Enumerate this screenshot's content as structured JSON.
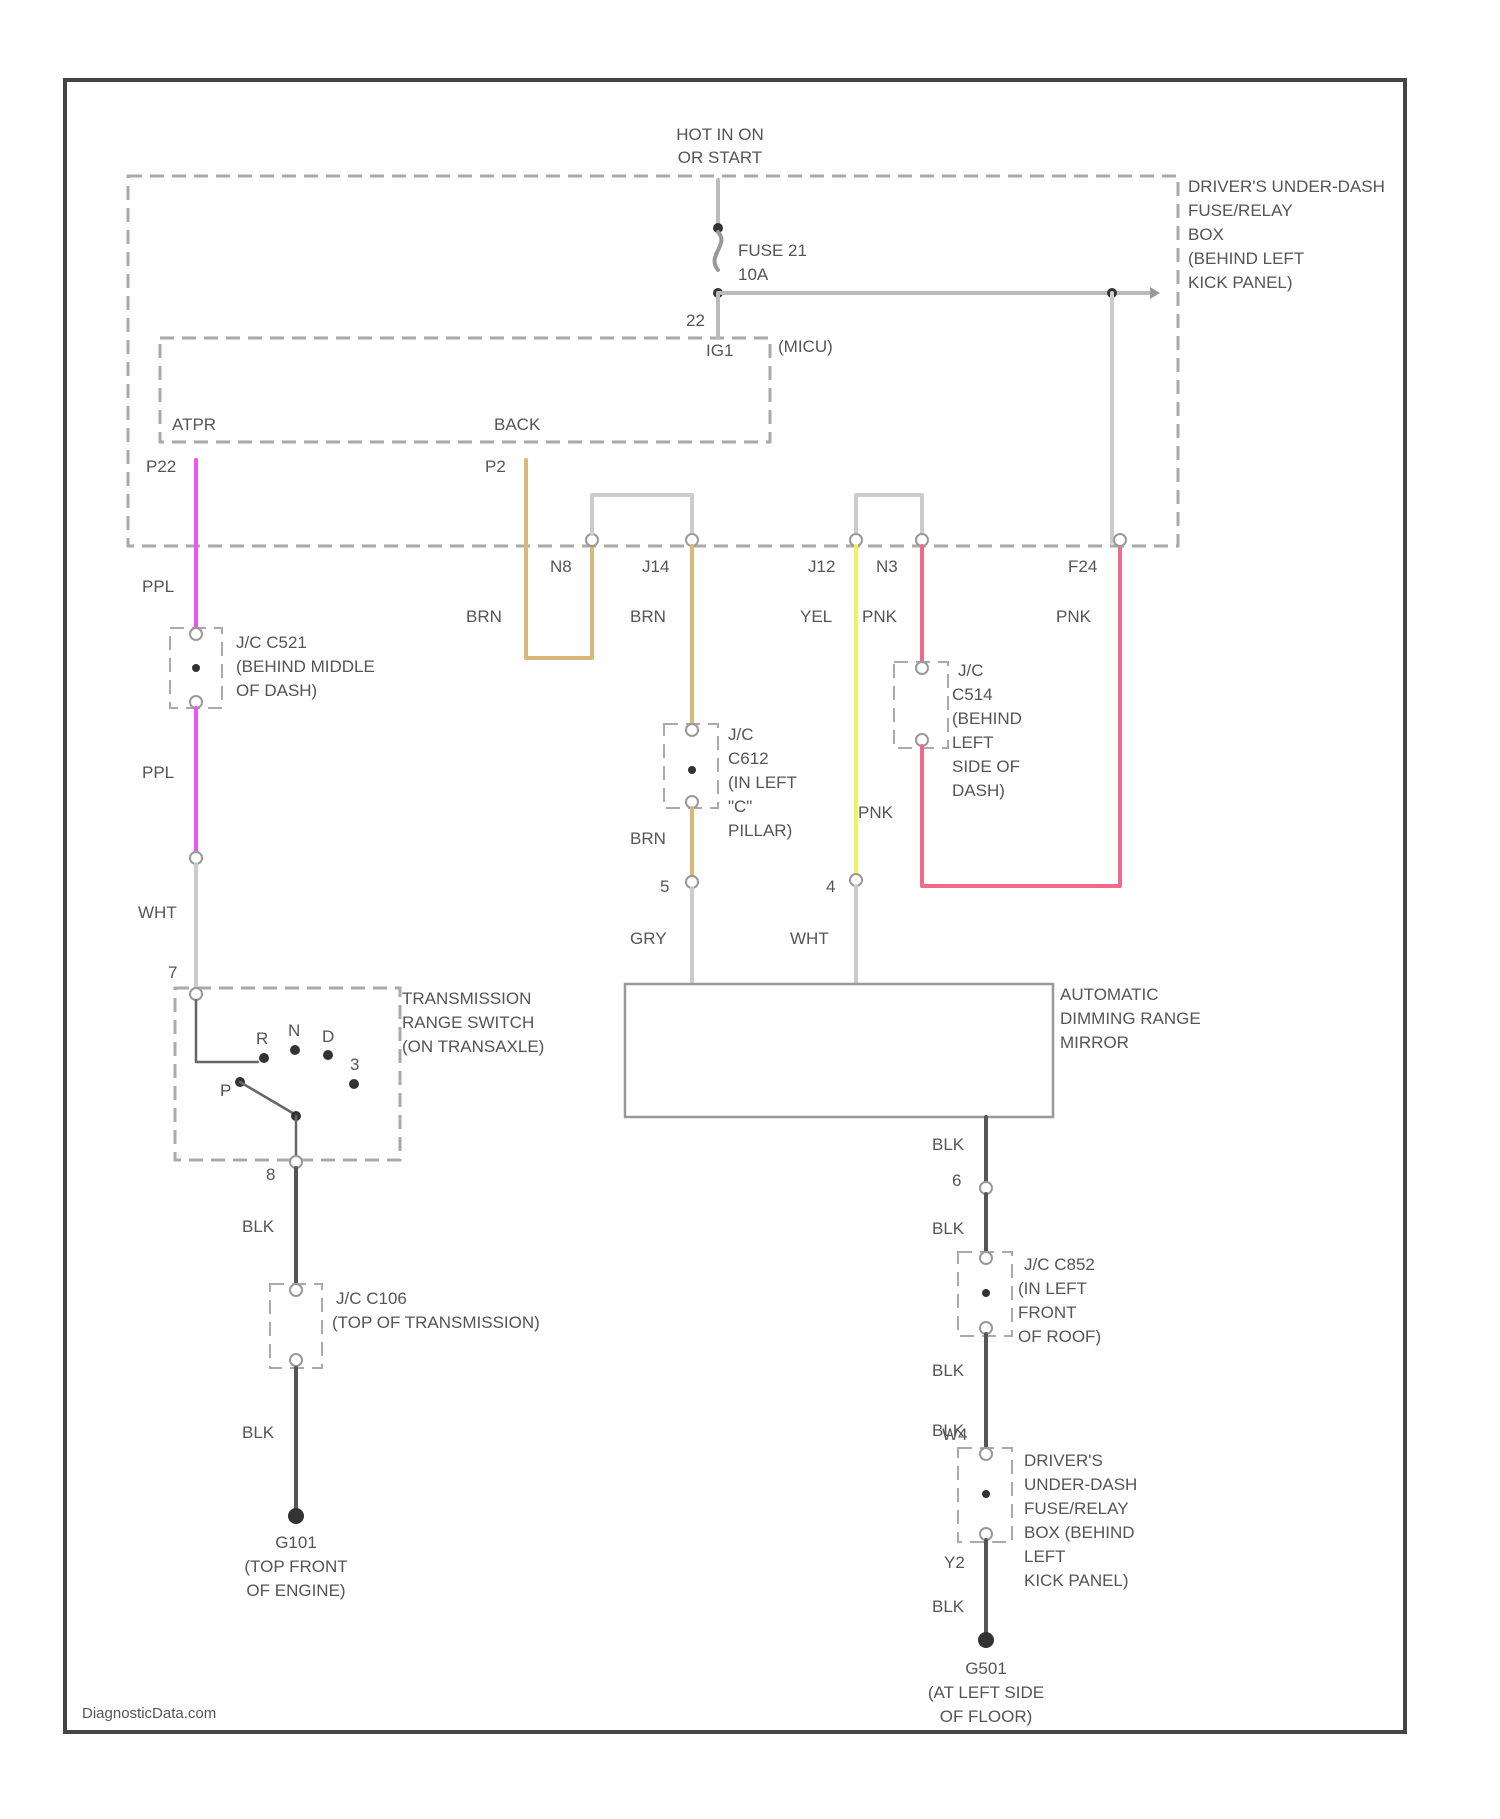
{
  "power": [
    "HOT IN ON",
    "OR START"
  ],
  "fuse_box": [
    "DRIVER'S UNDER-DASH",
    "FUSE/RELAY",
    "BOX",
    "(BEHIND LEFT",
    "KICK PANEL)"
  ],
  "fuse": [
    "FUSE 21",
    "10A"
  ],
  "fuse_pin": "22",
  "ign_pin": "IG1",
  "pcm": "(MICU)",
  "atpr_label": "ATPR",
  "back_label": "BACK",
  "pin_p22": "P22",
  "pin_p2": "P2",
  "pin_n8": "N8",
  "pin_j14": "J14",
  "pin_j12": "J12",
  "pin_n3": "N3",
  "pin_f24": "F24",
  "wire_ppl_1": "PPL",
  "wire_ppl_2": "PPL",
  "wire_brn_1": "BRN",
  "wire_brn_2": "BRN",
  "wire_brn_3": "BRN",
  "wire_yel": "YEL",
  "wire_pnk_1": "PNK",
  "wire_pnk_2": "PNK",
  "wire_pnk_3": "PNK",
  "jc_c521": [
    "J/C C521",
    "(BEHIND MIDDLE",
    "OF DASH)"
  ],
  "jc_c612": [
    "J/C",
    "C612",
    "(IN LEFT",
    "\"C\"",
    "PILLAR)"
  ],
  "jc_c514": [
    "J/C",
    "C514",
    "(BEHIND",
    "LEFT",
    "SIDE OF",
    "DASH)"
  ],
  "wire_wht_1": "WHT",
  "wire_gry": "GRY",
  "wire_wht_2": "WHT",
  "pin_5": "5",
  "pin_4": "4",
  "pin_7": "7",
  "pin_6": "6",
  "trs": [
    "TRANSMISSION",
    "RANGE SWITCH",
    "(ON TRANSAXLE)"
  ],
  "trs_positions": [
    "R",
    "N",
    "D",
    "3",
    "P"
  ],
  "mirror": [
    "AUTOMATIC",
    "DIMMING RANGE",
    "MIRROR"
  ],
  "blk_labels": [
    "BLK",
    "BLK",
    "BLK",
    "BLK",
    "BLK",
    "BLK",
    "BLK"
  ],
  "pin_8": "8",
  "pin_w4": "W4",
  "pin_y2": "Y2",
  "jc_c106": [
    "J/C C106",
    "(TOP OF TRANSMISSION)"
  ],
  "jc_c852": [
    "J/C C852",
    "(IN LEFT",
    "FRONT",
    "OF ROOF)"
  ],
  "fuse_box_2": [
    "DRIVER'S",
    "UNDER-DASH",
    "FUSE/RELAY",
    "BOX (BEHIND",
    "LEFT",
    "KICK PANEL)"
  ],
  "g101": [
    "G101",
    "(TOP FRONT",
    "OF ENGINE)"
  ],
  "g501": [
    "G501",
    "(AT LEFT SIDE",
    "OF FLOOR)"
  ],
  "watermark": "DiagnosticData.com",
  "colors": {
    "ppl": "#ee55ee",
    "brn": "#d8b87a",
    "yel": "#f2f25a",
    "pnk": "#f06a8a",
    "gry": "#c8c8c8",
    "blk": "#555555"
  }
}
